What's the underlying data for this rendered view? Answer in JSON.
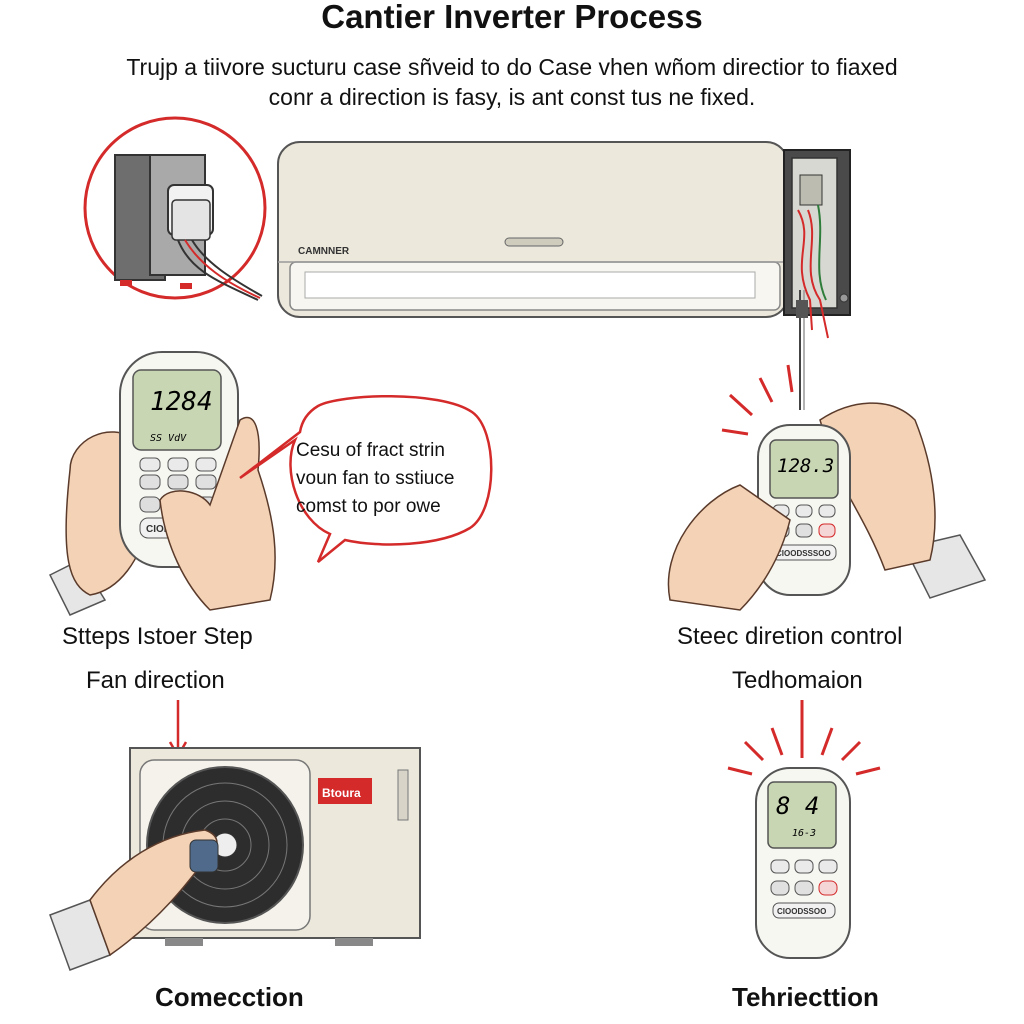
{
  "header": {
    "title": "Cantier Inverter Process",
    "subtitle_line1": "Trujp a tiivore sucturu case sñveid to do Case vhen wñom directior to fiaxed",
    "subtitle_line2": "conr a direction is fasy, is ant const tus ne fixed."
  },
  "indoor_unit": {
    "brand": "CAMNNER"
  },
  "remote_left": {
    "display": "1284",
    "sub": "SS  VdV",
    "button_label": "CIODRO"
  },
  "speech_bubble": {
    "line1": "Cesu of fract strin",
    "line2": "voun fan to sstiuce",
    "line3": "comst to por owe"
  },
  "remote_right": {
    "display": "128.3",
    "button_label": "CIOODSSSOO"
  },
  "outdoor_unit": {
    "brand": "Btoura"
  },
  "remote_bottom": {
    "display": "8 4",
    "sub": "16-3",
    "button_label": "CIOODSSOO"
  },
  "labels": {
    "steps": "Stteps Istoer Step",
    "fan_direction": "Fan direction",
    "steec": "Steec diretion control",
    "tedhomaion": "Tedhomaion",
    "comecction": "Comecction",
    "tehriecttion": "Tehriecttion"
  },
  "colors": {
    "accent_red": "#d42a2a",
    "unit_beige": "#ece8dc",
    "lcd_green": "#c9d6b4"
  }
}
